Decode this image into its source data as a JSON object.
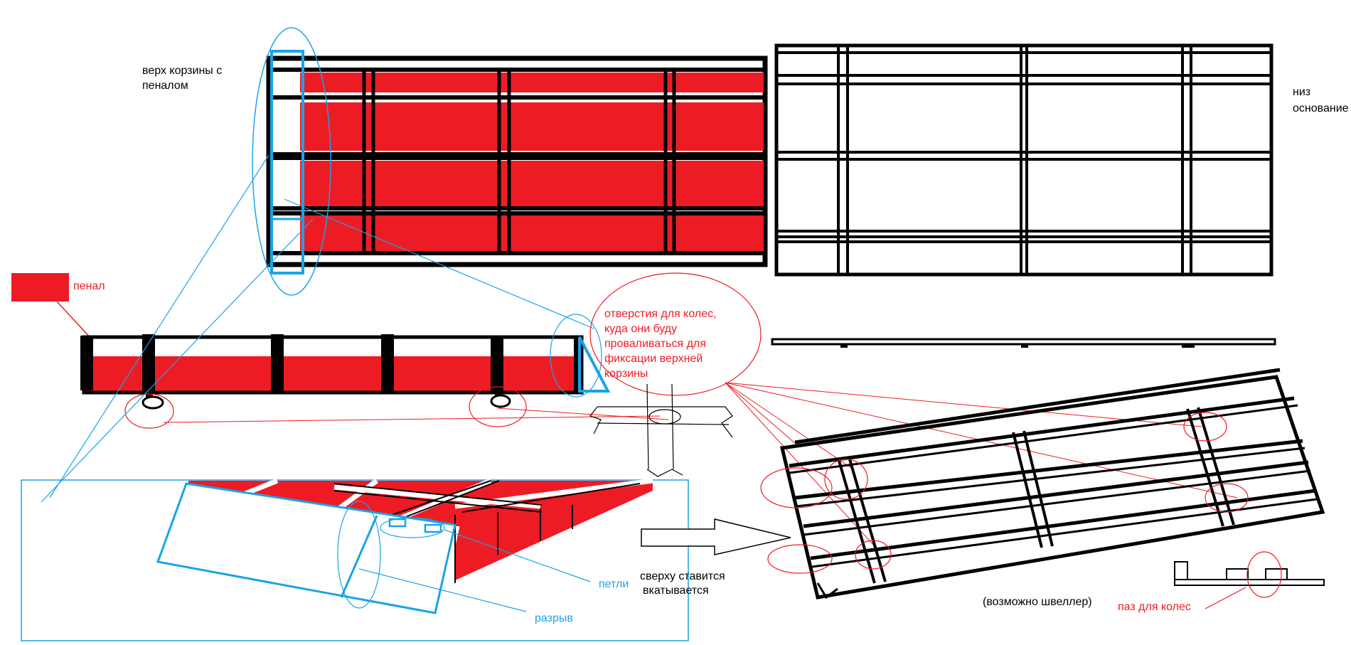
{
  "labels": {
    "top_basket_title": [
      "верх корзины с",
      "пеналом"
    ],
    "bottom_base_title": [
      "низ",
      "основание"
    ],
    "penal_label": "пенал",
    "wheel_holes_note": [
      "отверстия для колес,",
      "куда они буду",
      "проваливаться для",
      "фиксации верхней",
      "корзины"
    ],
    "hinges_label": "петли",
    "gap_label": "разрыв",
    "placement_note": [
      "сверху ставится",
      "вкатывается"
    ],
    "channel_note": "(возможно швеллер)",
    "wheel_groove_label": "паз для колес"
  },
  "colors": {
    "red": "#ed1c24",
    "blue": "#1aa3e8",
    "black": "#000000",
    "white": "#ffffff"
  }
}
